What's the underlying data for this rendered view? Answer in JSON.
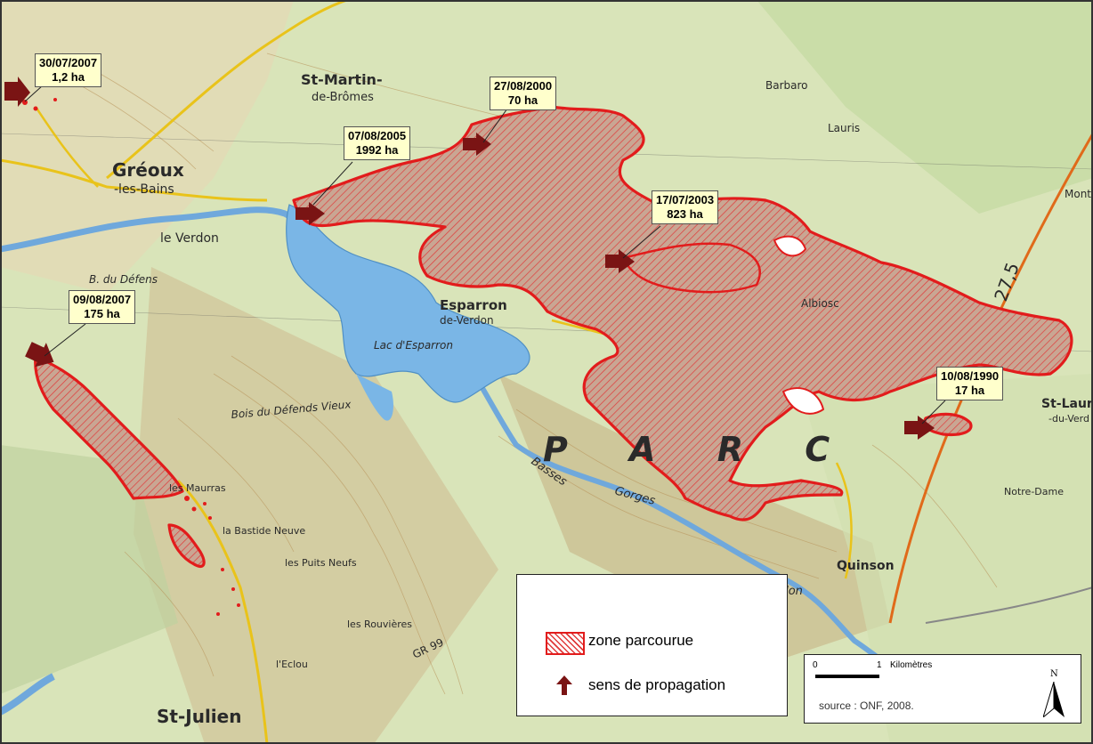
{
  "fires": [
    {
      "date": "30/07/2007",
      "area": "1,2 ha"
    },
    {
      "date": "27/08/2000",
      "area": "70 ha"
    },
    {
      "date": "07/08/2005",
      "area": "1992 ha"
    },
    {
      "date": "17/07/2003",
      "area": "823 ha"
    },
    {
      "date": "09/08/2007",
      "area": "175 ha"
    },
    {
      "date": "10/08/1990",
      "area": "17 ha"
    }
  ],
  "legend": {
    "burned_label": "zone parcourue",
    "propagation_label": "sens de propagation"
  },
  "scale": {
    "start": "0",
    "end": "1",
    "unit": "Kilomètres",
    "north": "N",
    "source": "source : ONF, 2008."
  },
  "places": {
    "st_martin": "St-Martin-",
    "st_martin2": "de-Brômes",
    "greoux": "Gréoux",
    "greoux2": "-les-Bains",
    "esparron": "Esparron",
    "esparron2": "de-Verdon",
    "lac": "Lac d'Esparron",
    "verdon": "le Verdon",
    "verdon2": "Verdon",
    "basses": "Basses",
    "gorges": "Gorges",
    "quinson": "Quinson",
    "st_julien": "St-Julien",
    "parc": "P A R C",
    "bois": "Bois du Défends Vieux",
    "defens": "B. du Défens",
    "maurras": "les Maurras",
    "puits": "les Puits Neufs",
    "rouvieres": "les Rouvières",
    "bastide": "la Bastide Neuve",
    "st_laurent": "St-Laur",
    "st_laurent2": "-du-Verd",
    "albiosc": "Albiosc",
    "notre_dame": "Notre-Dame",
    "montp": "Montp",
    "road": "27,5",
    "gr": "GR 99",
    "lauris": "Lauris",
    "barbaro": "Barbaro",
    "eclou": "l'Eclou"
  },
  "colors": {
    "burn": "#e21c1c",
    "arrow": "#7a1414",
    "lake": "#7ab6e6",
    "callout": "#ffffcc"
  }
}
